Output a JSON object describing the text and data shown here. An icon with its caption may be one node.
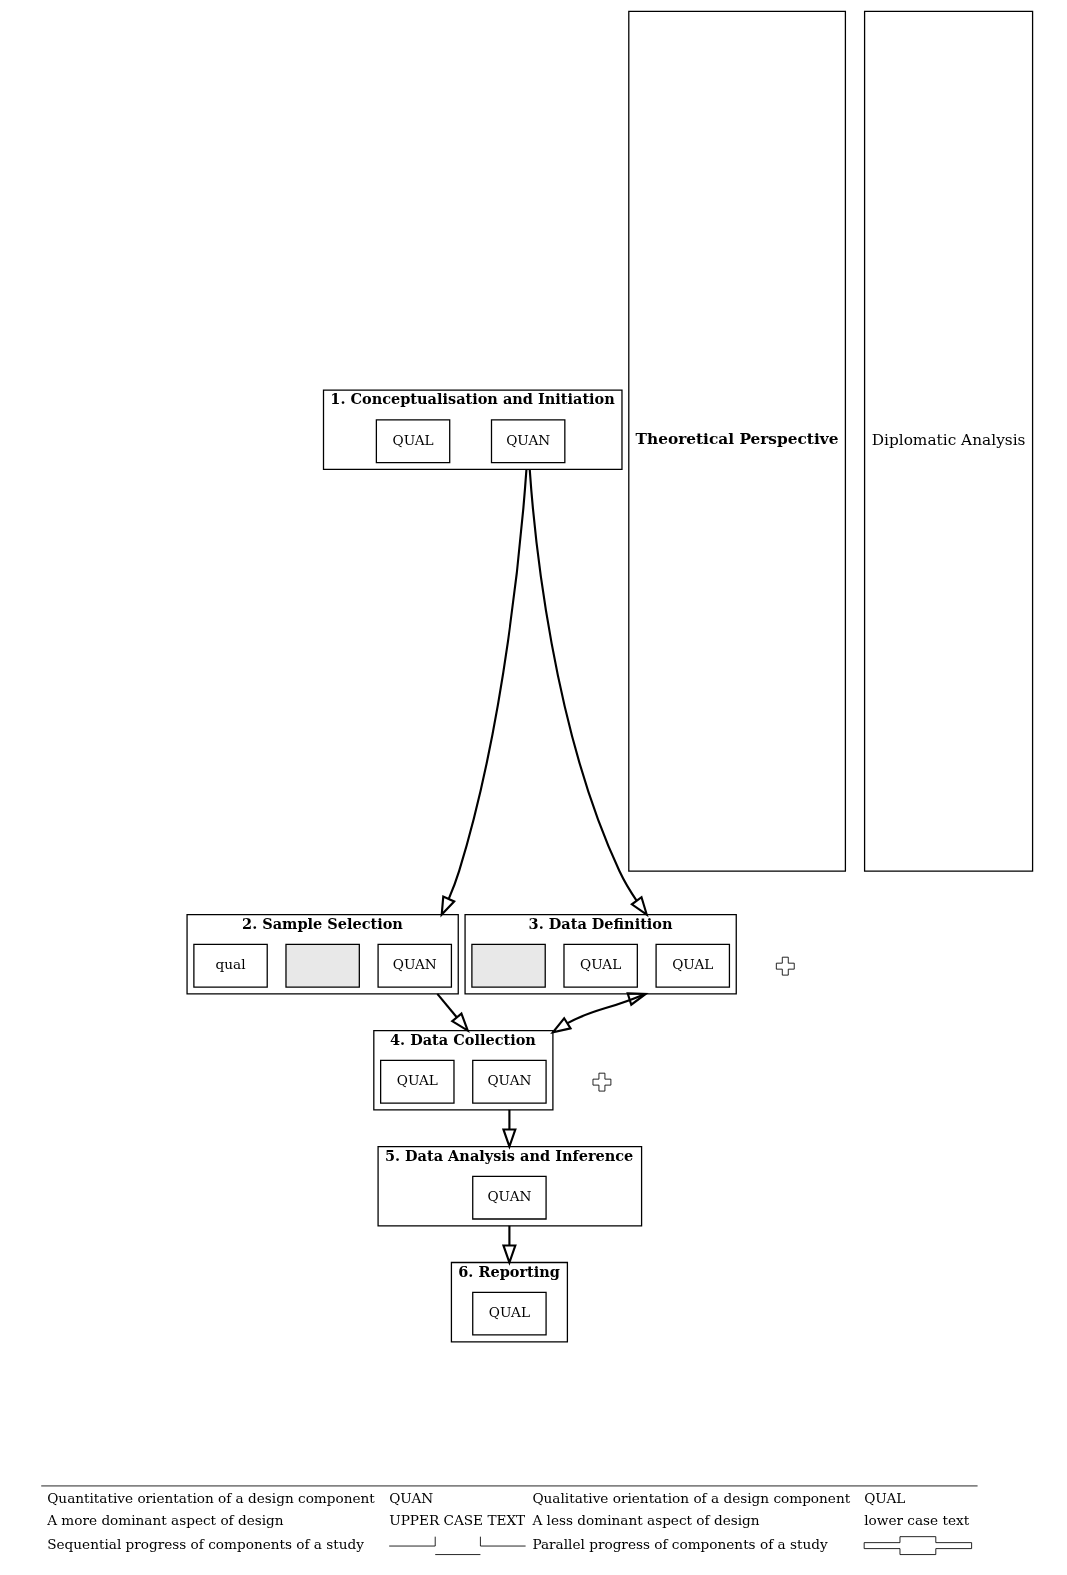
{
  "diagram": {
    "nodes": [
      {
        "text": [
          "1. Conceptualisation and Initiation"
        ]
      },
      {
        "text": [
          "QUAN"
        ],
        "in": 0
      },
      {
        "text": [
          "QUAL"
        ],
        "in": 0
      },
      {
        "text": [
          "2. Sample Selection"
        ]
      },
      {
        "text": [
          "QUAN"
        ],
        "in": 3
      },
      {
        "text": [],
        "shape": "box",
        "in": 3
      },
      {
        "text": [
          "qual"
        ],
        "in": 3
      },
      {
        "text": [],
        "shape": "plus"
      },
      {
        "text": [
          "3. Data Definition"
        ]
      },
      {
        "text": [
          "QUAL"
        ],
        "in": 8
      },
      {
        "text": [
          "QUAL"
        ],
        "in": 8
      },
      {
        "text": [],
        "shape": "box",
        "in": 8
      },
      {
        "text": [
          "4. Data Collection"
        ]
      },
      {
        "text": [
          "QUAN"
        ],
        "in": 12
      },
      {
        "text": [],
        "shape": "plus"
      },
      {
        "text": [
          "QUAL"
        ],
        "in": 12
      },
      {
        "text": [
          "5. Data Analysis and Inference"
        ]
      },
      {
        "text": [
          "QUAN"
        ],
        "in": 16
      },
      {
        "text": [
          "6. Reporting"
        ]
      },
      {
        "text": [
          "QUAL"
        ],
        "in": 18
      },
      {
        "text": [
          "Theoretical Perspective"
        ]
      },
      {
        "text": [
          "Diplomatic Analysis"
        ]
      }
    ],
    "edges": [
      {
        "from": 0,
        "to": 3,
        "arrow": "to"
      },
      {
        "from": 0,
        "to": 8,
        "arrow": "to"
      },
      {
        "from": 3,
        "to": 12,
        "arrow": "to"
      },
      {
        "from": 8,
        "to": 12,
        "arrow": "both"
      },
      {
        "from": 12,
        "to": 16,
        "arrow": "to"
      },
      {
        "from": 16,
        "to": 18,
        "arrow": "to"
      }
    ],
    "labels": [
      "Quantitative orientation of a design component",
      "QUAN",
      "Qualitative orientation of a design component",
      "QUAL",
      "A more dominant aspect of design",
      "UPPER CASE TEXT",
      "A less dominant aspect of design",
      "lower case text"
    ],
    "legend": [
      {
        "text": "Sequential progress of components of a study"
      },
      {
        "text": "Parallel progress of components of a study"
      }
    ]
  }
}
